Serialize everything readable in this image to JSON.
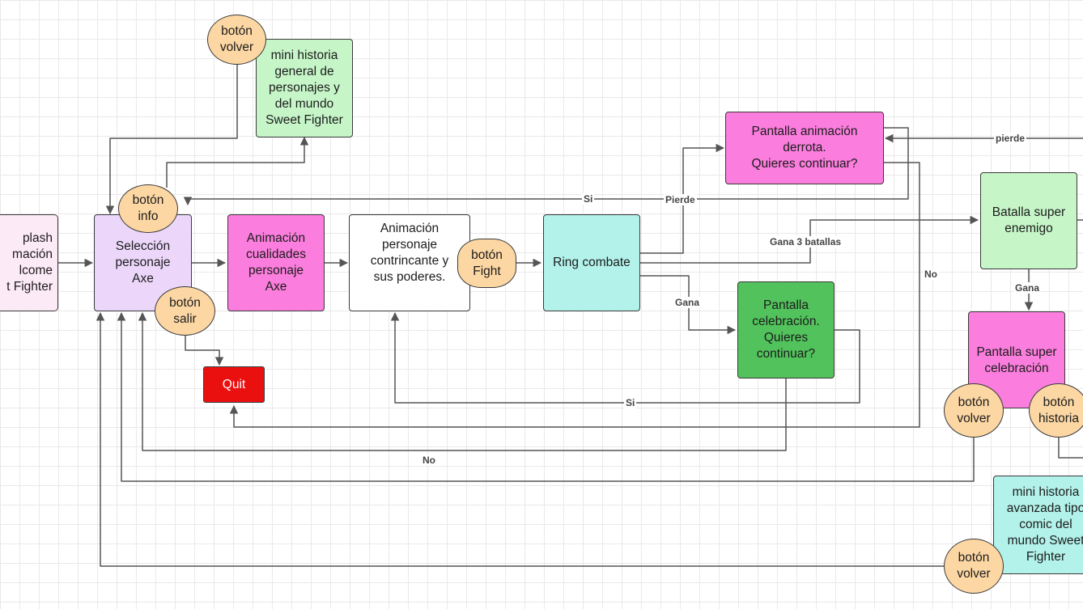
{
  "colors": {
    "pink_light": "#fdeaf7",
    "lavender": "#ecd7fb",
    "magenta": "#fb7ddd",
    "white": "#ffffff",
    "cyan": "#b2f2ea",
    "green_light": "#c6f5c8",
    "green": "#52c35c",
    "red": "#ea1010",
    "orange_circle": "#fcd7a3",
    "edge": "#555555"
  },
  "nodes": {
    "splash": "plash\nmación\nlcome\nt Fighter",
    "seleccion": "Selección\npersonaje\nAxe",
    "mini_historia": "mini historia\ngeneral de\npersonajes y\ndel mundo\nSweet Fighter",
    "animacion_cualidades": "Animación\ncualidades\npersonaje\nAxe",
    "animacion_contrincante": "Animación\npersonaje\ncontrincante y\nsus poderes.",
    "ring": "Ring combate",
    "pantalla_derrota": "Pantalla animación\nderrota.\nQuieres continuar?",
    "pantalla_celebracion": "Pantalla\ncelebración.\nQuieres\ncontinuar?",
    "quit": "Quit",
    "batalla_super": "Batalla super\nenemigo",
    "pantalla_super": "Pantalla super\ncelebración",
    "mini_historia_avanzada": "mini historia\navanzada tipo\ncomic del\nmundo Sweet\nFighter"
  },
  "buttons": {
    "volver_top": "botón\nvolver",
    "info": "botón\ninfo",
    "salir": "botón\nsalir",
    "fight": "botón\nFight",
    "volver_right": "botón\nvolver",
    "historia": "botón\nhistoria",
    "volver_bottom": "botón\nvolver"
  },
  "edge_labels": {
    "si_top": "Si",
    "pierde_mid": "Pierde",
    "pierde_right": "pierde",
    "gana_3": "Gana 3 batallas",
    "no_right": "No",
    "gana_ring": "Gana",
    "gana_super": "Gana",
    "si_bottom": "Si",
    "no_bottom": "No"
  }
}
